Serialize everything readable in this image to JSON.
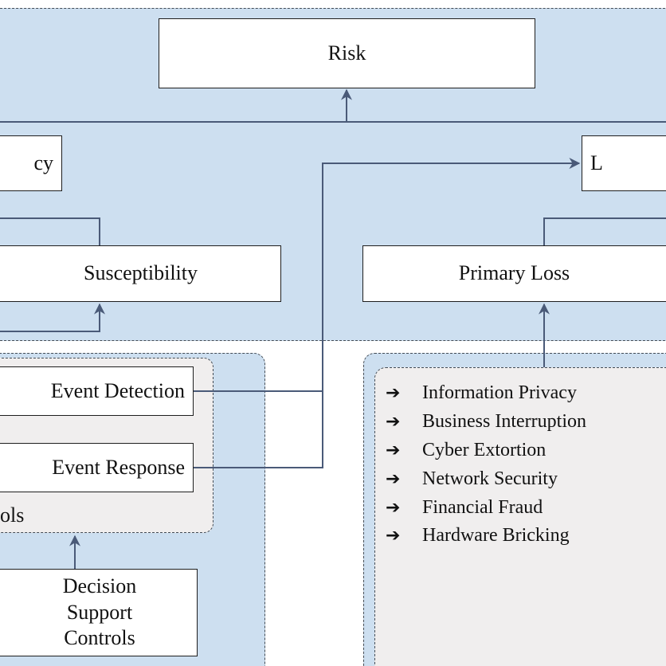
{
  "diagram": {
    "nodes": {
      "risk": "Risk",
      "frequency_partial": "cy",
      "loss_partial": "L",
      "susceptibility": "Susceptibility",
      "primary_loss": "Primary Loss",
      "event_detection": "Event Detection",
      "event_response": "Event Response",
      "decision_support": [
        "Decision",
        "Support",
        "Controls"
      ]
    },
    "controls_label_partial": "ols",
    "loss_categories": [
      "Information Privacy",
      "Business Interruption",
      "Cyber Extortion",
      "Network Security",
      "Financial Fraud",
      "Hardware Bricking"
    ],
    "bullet_glyph": "➔",
    "colors": {
      "region_fill": "#cddff0",
      "inner_fill": "#f0eeee",
      "connector": "#4a5a78",
      "box_border": "#1e1e1e"
    }
  }
}
